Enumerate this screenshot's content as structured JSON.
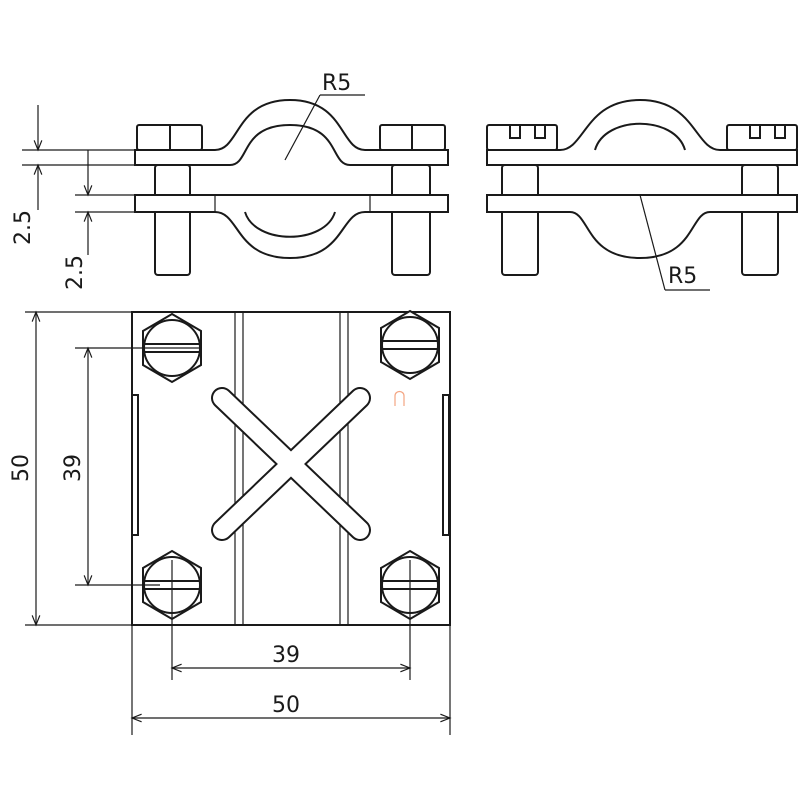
{
  "drawing": {
    "labels": {
      "radius_top": "R5",
      "radius_right": "R5",
      "thickness_upper": "2.5",
      "thickness_lower": "2.5",
      "height_outer": "50",
      "height_inner": "39",
      "width_inner": "39",
      "width_outer": "50"
    },
    "colors": {
      "line": "#1a1a1a",
      "mark": "#f4a582"
    }
  }
}
